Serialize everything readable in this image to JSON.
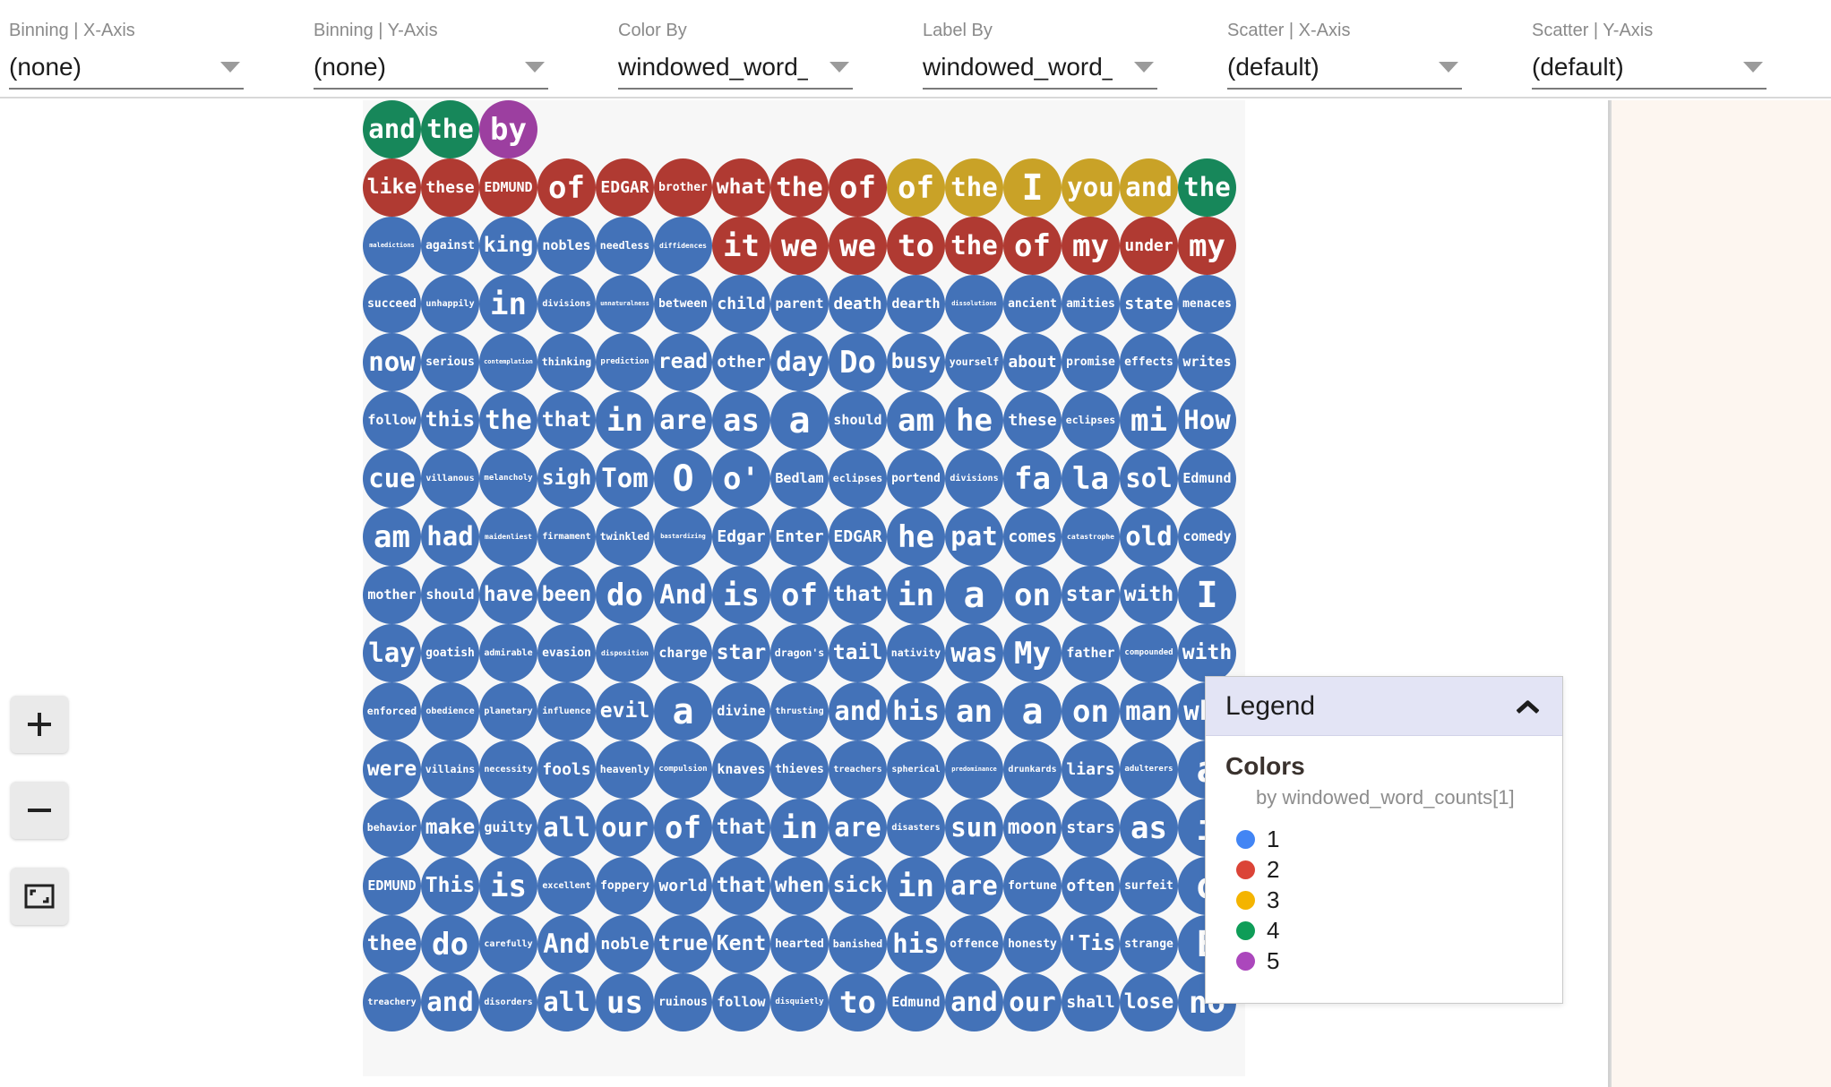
{
  "toolbar": {
    "fields": [
      {
        "label": "Binning | X-Axis",
        "value": "(none)",
        "icon": "chevron-down-icon"
      },
      {
        "label": "Binning | Y-Axis",
        "value": "(none)",
        "icon": "chevron-down-icon"
      },
      {
        "label": "Color By",
        "value": "windowed_word_c",
        "icon": "chevron-down-icon"
      },
      {
        "label": "Label By",
        "value": "windowed_word_c",
        "icon": "chevron-down-icon"
      },
      {
        "label": "Scatter | X-Axis",
        "value": "(default)",
        "icon": "chevron-down-icon"
      },
      {
        "label": "Scatter | Y-Axis",
        "value": "(default)",
        "icon": "chevron-down-icon"
      }
    ]
  },
  "zoom_controls": [
    {
      "name": "zoom-in-button",
      "icon": "plus-icon"
    },
    {
      "name": "zoom-out-button",
      "icon": "minus-icon"
    },
    {
      "name": "fit-to-screen-button",
      "icon": "fit-screen-icon"
    }
  ],
  "legend": {
    "title": "Legend",
    "collapse_icon": "chevron-up-icon",
    "section_title": "Colors",
    "subtitle": "by windowed_word_counts[1]",
    "items": [
      {
        "label": "1",
        "color": "#4285f4"
      },
      {
        "label": "2",
        "color": "#db4437"
      },
      {
        "label": "3",
        "color": "#f4b400"
      },
      {
        "label": "4",
        "color": "#0f9d58"
      },
      {
        "label": "5",
        "color": "#ab47bc"
      }
    ]
  },
  "chart_data": {
    "type": "scatter",
    "title": "",
    "xlabel": "",
    "ylabel": "",
    "legend_position": "bottom-right",
    "color_field": "windowed_word_counts[1]",
    "label_field": "windowed_word_counts",
    "color_map": {
      "1": "#4372b8",
      "2": "#b03a32",
      "3": "#c9a227",
      "4": "#17875a",
      "5": "#9c3fa0"
    },
    "grid_columns": 15,
    "rows": [
      [
        {
          "text": "and",
          "count": 4
        },
        {
          "text": "the",
          "count": 4
        },
        {
          "text": "by",
          "count": 5
        },
        null,
        null,
        null,
        null,
        null,
        null,
        null,
        null,
        null,
        null,
        null,
        null
      ],
      [
        {
          "text": "like",
          "count": 2
        },
        {
          "text": "these",
          "count": 2
        },
        {
          "text": "EDMUND",
          "count": 2
        },
        {
          "text": "of",
          "count": 2
        },
        {
          "text": "EDGAR",
          "count": 2
        },
        {
          "text": "brother",
          "count": 2
        },
        {
          "text": "what",
          "count": 2
        },
        {
          "text": "the",
          "count": 2
        },
        {
          "text": "of",
          "count": 2
        },
        {
          "text": "of",
          "count": 3
        },
        {
          "text": "the",
          "count": 3
        },
        {
          "text": "I",
          "count": 3
        },
        {
          "text": "you",
          "count": 3
        },
        {
          "text": "and",
          "count": 3
        },
        {
          "text": "the",
          "count": 4
        }
      ],
      [
        {
          "text": "maledictions",
          "count": 1
        },
        {
          "text": "against",
          "count": 1
        },
        {
          "text": "king",
          "count": 1
        },
        {
          "text": "nobles",
          "count": 1
        },
        {
          "text": "needless",
          "count": 1
        },
        {
          "text": "diffidences",
          "count": 1
        },
        {
          "text": "it",
          "count": 2
        },
        {
          "text": "we",
          "count": 2
        },
        {
          "text": "we",
          "count": 2
        },
        {
          "text": "to",
          "count": 2
        },
        {
          "text": "the",
          "count": 2
        },
        {
          "text": "of",
          "count": 2
        },
        {
          "text": "my",
          "count": 2
        },
        {
          "text": "under",
          "count": 2
        },
        {
          "text": "my",
          "count": 2
        }
      ],
      [
        {
          "text": "succeed",
          "count": 1
        },
        {
          "text": "unhappily",
          "count": 1
        },
        {
          "text": "in",
          "count": 1
        },
        {
          "text": "divisions",
          "count": 1
        },
        {
          "text": "unnaturalness",
          "count": 1
        },
        {
          "text": "between",
          "count": 1
        },
        {
          "text": "child",
          "count": 1
        },
        {
          "text": "parent",
          "count": 1
        },
        {
          "text": "death",
          "count": 1
        },
        {
          "text": "dearth",
          "count": 1
        },
        {
          "text": "dissolutions",
          "count": 1
        },
        {
          "text": "ancient",
          "count": 1
        },
        {
          "text": "amities",
          "count": 1
        },
        {
          "text": "state",
          "count": 1
        },
        {
          "text": "menaces",
          "count": 1
        }
      ],
      [
        {
          "text": "now",
          "count": 1
        },
        {
          "text": "serious",
          "count": 1
        },
        {
          "text": "contemplation",
          "count": 1
        },
        {
          "text": "thinking",
          "count": 1
        },
        {
          "text": "prediction",
          "count": 1
        },
        {
          "text": "read",
          "count": 1
        },
        {
          "text": "other",
          "count": 1
        },
        {
          "text": "day",
          "count": 1
        },
        {
          "text": "Do",
          "count": 1
        },
        {
          "text": "busy",
          "count": 1
        },
        {
          "text": "yourself",
          "count": 1
        },
        {
          "text": "about",
          "count": 1
        },
        {
          "text": "promise",
          "count": 1
        },
        {
          "text": "effects",
          "count": 1
        },
        {
          "text": "writes",
          "count": 1
        }
      ],
      [
        {
          "text": "follow",
          "count": 1
        },
        {
          "text": "this",
          "count": 1
        },
        {
          "text": "the",
          "count": 1
        },
        {
          "text": "that",
          "count": 1
        },
        {
          "text": "in",
          "count": 1
        },
        {
          "text": "are",
          "count": 1
        },
        {
          "text": "as",
          "count": 1
        },
        {
          "text": "a",
          "count": 1
        },
        {
          "text": "should",
          "count": 1
        },
        {
          "text": "am",
          "count": 1
        },
        {
          "text": "he",
          "count": 1
        },
        {
          "text": "these",
          "count": 1
        },
        {
          "text": "eclipses",
          "count": 1
        },
        {
          "text": "mi",
          "count": 1
        },
        {
          "text": "How",
          "count": 1
        }
      ],
      [
        {
          "text": "cue",
          "count": 1
        },
        {
          "text": "villanous",
          "count": 1
        },
        {
          "text": "melancholy",
          "count": 1
        },
        {
          "text": "sigh",
          "count": 1
        },
        {
          "text": "Tom",
          "count": 1
        },
        {
          "text": "O",
          "count": 1
        },
        {
          "text": "o'",
          "count": 1
        },
        {
          "text": "Bedlam",
          "count": 1
        },
        {
          "text": "eclipses",
          "count": 1
        },
        {
          "text": "portend",
          "count": 1
        },
        {
          "text": "divisions",
          "count": 1
        },
        {
          "text": "fa",
          "count": 1
        },
        {
          "text": "la",
          "count": 1
        },
        {
          "text": "sol",
          "count": 1
        },
        {
          "text": "Edmund",
          "count": 1
        }
      ],
      [
        {
          "text": "am",
          "count": 1
        },
        {
          "text": "had",
          "count": 1
        },
        {
          "text": "maidenliest",
          "count": 1
        },
        {
          "text": "firmament",
          "count": 1
        },
        {
          "text": "twinkled",
          "count": 1
        },
        {
          "text": "bastardizing",
          "count": 1
        },
        {
          "text": "Edgar",
          "count": 1
        },
        {
          "text": "Enter",
          "count": 1
        },
        {
          "text": "EDGAR",
          "count": 1
        },
        {
          "text": "he",
          "count": 1
        },
        {
          "text": "pat",
          "count": 1
        },
        {
          "text": "comes",
          "count": 1
        },
        {
          "text": "catastrophe",
          "count": 1
        },
        {
          "text": "old",
          "count": 1
        },
        {
          "text": "comedy",
          "count": 1
        }
      ],
      [
        {
          "text": "mother",
          "count": 1
        },
        {
          "text": "should",
          "count": 1
        },
        {
          "text": "have",
          "count": 1
        },
        {
          "text": "been",
          "count": 1
        },
        {
          "text": "do",
          "count": 1
        },
        {
          "text": "And",
          "count": 1
        },
        {
          "text": "is",
          "count": 1
        },
        {
          "text": "of",
          "count": 1
        },
        {
          "text": "that",
          "count": 1
        },
        {
          "text": "in",
          "count": 1
        },
        {
          "text": "a",
          "count": 1
        },
        {
          "text": "on",
          "count": 1
        },
        {
          "text": "star",
          "count": 1
        },
        {
          "text": "with",
          "count": 1
        },
        {
          "text": "I",
          "count": 1
        }
      ],
      [
        {
          "text": "lay",
          "count": 1
        },
        {
          "text": "goatish",
          "count": 1
        },
        {
          "text": "admirable",
          "count": 1
        },
        {
          "text": "evasion",
          "count": 1
        },
        {
          "text": "disposition",
          "count": 1
        },
        {
          "text": "charge",
          "count": 1
        },
        {
          "text": "star",
          "count": 1
        },
        {
          "text": "dragon's",
          "count": 1
        },
        {
          "text": "tail",
          "count": 1
        },
        {
          "text": "nativity",
          "count": 1
        },
        {
          "text": "was",
          "count": 1
        },
        {
          "text": "My",
          "count": 1
        },
        {
          "text": "father",
          "count": 1
        },
        {
          "text": "compounded",
          "count": 1
        },
        {
          "text": "with",
          "count": 1
        }
      ],
      [
        {
          "text": "enforced",
          "count": 1
        },
        {
          "text": "obedience",
          "count": 1
        },
        {
          "text": "planetary",
          "count": 1
        },
        {
          "text": "influence",
          "count": 1
        },
        {
          "text": "evil",
          "count": 1
        },
        {
          "text": "a",
          "count": 1
        },
        {
          "text": "divine",
          "count": 1
        },
        {
          "text": "thrusting",
          "count": 1
        },
        {
          "text": "and",
          "count": 1
        },
        {
          "text": "his",
          "count": 1
        },
        {
          "text": "an",
          "count": 1
        },
        {
          "text": "a",
          "count": 1
        },
        {
          "text": "on",
          "count": 1
        },
        {
          "text": "man",
          "count": 1
        },
        {
          "text": "who",
          "count": 1
        }
      ],
      [
        {
          "text": "were",
          "count": 1
        },
        {
          "text": "villains",
          "count": 1
        },
        {
          "text": "necessity",
          "count": 1
        },
        {
          "text": "fools",
          "count": 1
        },
        {
          "text": "heavenly",
          "count": 1
        },
        {
          "text": "compulsion",
          "count": 1
        },
        {
          "text": "knaves",
          "count": 1
        },
        {
          "text": "thieves",
          "count": 1
        },
        {
          "text": "treachers",
          "count": 1
        },
        {
          "text": "spherical",
          "count": 1
        },
        {
          "text": "predominance",
          "count": 1
        },
        {
          "text": "drunkards",
          "count": 1
        },
        {
          "text": "liars",
          "count": 1
        },
        {
          "text": "adulterers",
          "count": 1
        },
        {
          "text": "a",
          "count": 1
        }
      ],
      [
        {
          "text": "behavior",
          "count": 1
        },
        {
          "text": "make",
          "count": 1
        },
        {
          "text": "guilty",
          "count": 1
        },
        {
          "text": "all",
          "count": 1
        },
        {
          "text": "our",
          "count": 1
        },
        {
          "text": "of",
          "count": 1
        },
        {
          "text": "that",
          "count": 1
        },
        {
          "text": "in",
          "count": 1
        },
        {
          "text": "are",
          "count": 1
        },
        {
          "text": "disasters",
          "count": 1
        },
        {
          "text": "sun",
          "count": 1
        },
        {
          "text": "moon",
          "count": 1
        },
        {
          "text": "stars",
          "count": 1
        },
        {
          "text": "as",
          "count": 1
        },
        {
          "text": "i",
          "count": 1
        }
      ],
      [
        {
          "text": "EDMUND",
          "count": 1
        },
        {
          "text": "This",
          "count": 1
        },
        {
          "text": "is",
          "count": 1
        },
        {
          "text": "excellent",
          "count": 1
        },
        {
          "text": "foppery",
          "count": 1
        },
        {
          "text": "world",
          "count": 1
        },
        {
          "text": "that",
          "count": 1
        },
        {
          "text": "when",
          "count": 1
        },
        {
          "text": "sick",
          "count": 1
        },
        {
          "text": "in",
          "count": 1
        },
        {
          "text": "are",
          "count": 1
        },
        {
          "text": "fortune",
          "count": 1
        },
        {
          "text": "often",
          "count": 1
        },
        {
          "text": "surfeit",
          "count": 1
        },
        {
          "text": "o",
          "count": 1
        }
      ],
      [
        {
          "text": "thee",
          "count": 1
        },
        {
          "text": "do",
          "count": 1
        },
        {
          "text": "carefully",
          "count": 1
        },
        {
          "text": "And",
          "count": 1
        },
        {
          "text": "noble",
          "count": 1
        },
        {
          "text": "true",
          "count": 1
        },
        {
          "text": "Kent",
          "count": 1
        },
        {
          "text": "hearted",
          "count": 1
        },
        {
          "text": "banished",
          "count": 1
        },
        {
          "text": "his",
          "count": 1
        },
        {
          "text": "offence",
          "count": 1
        },
        {
          "text": "honesty",
          "count": 1
        },
        {
          "text": "'Tis",
          "count": 1
        },
        {
          "text": "strange",
          "count": 1
        },
        {
          "text": "E",
          "count": 1
        }
      ],
      [
        {
          "text": "treachery",
          "count": 1
        },
        {
          "text": "and",
          "count": 1
        },
        {
          "text": "disorders",
          "count": 1
        },
        {
          "text": "all",
          "count": 1
        },
        {
          "text": "us",
          "count": 1
        },
        {
          "text": "ruinous",
          "count": 1
        },
        {
          "text": "follow",
          "count": 1
        },
        {
          "text": "disquietly",
          "count": 1
        },
        {
          "text": "to",
          "count": 1
        },
        {
          "text": "Edmund",
          "count": 1
        },
        {
          "text": "and",
          "count": 1
        },
        {
          "text": "our",
          "count": 1
        },
        {
          "text": "shall",
          "count": 1
        },
        {
          "text": "lose",
          "count": 1
        },
        {
          "text": "no",
          "count": 1
        }
      ]
    ]
  }
}
